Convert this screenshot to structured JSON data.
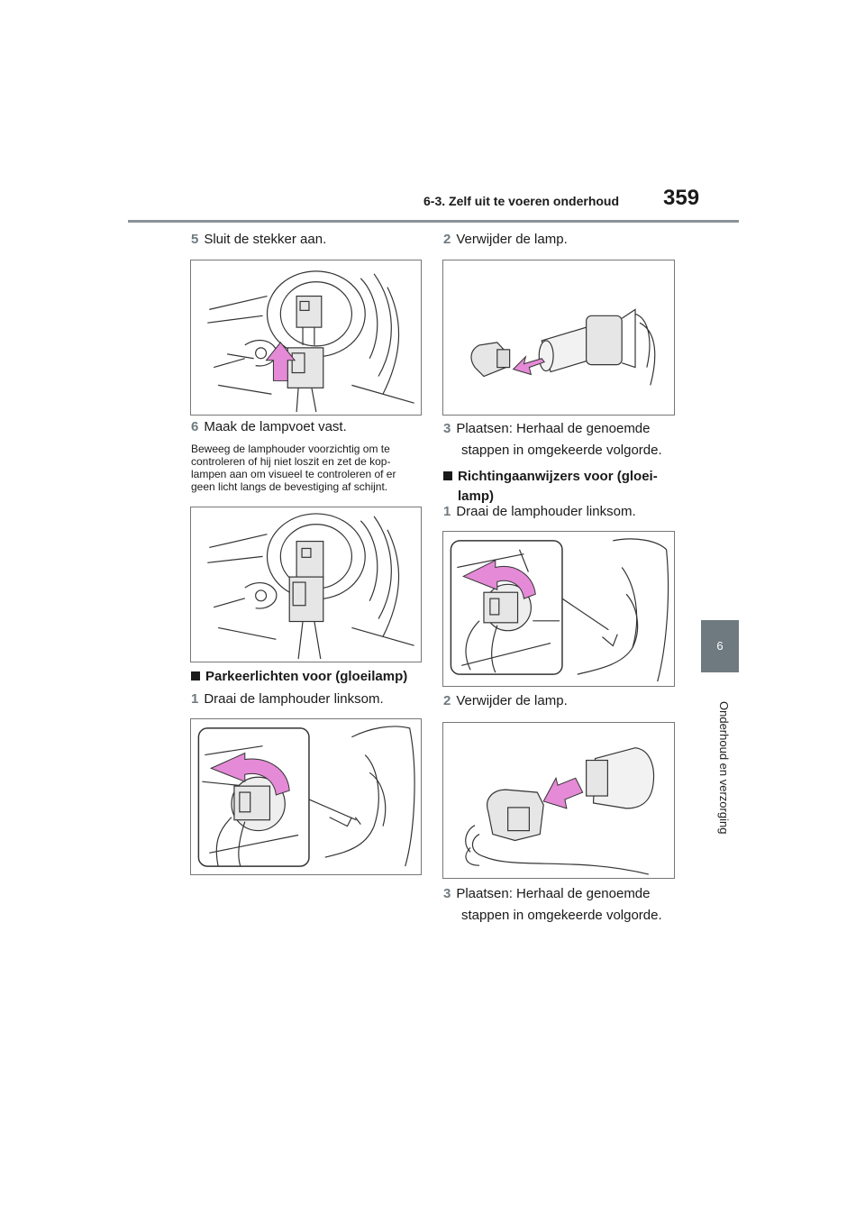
{
  "header": {
    "section_title": "6-3. Zelf uit te voeren onderhoud",
    "page_number": "359"
  },
  "side_tab": {
    "chapter_number": "6",
    "chapter_title": "Onderhoud en verzorging"
  },
  "left_column": {
    "step5": {
      "num": "5",
      "text": "Sluit de stekker aan."
    },
    "step6": {
      "num": "6",
      "text": "Maak de lampvoet vast."
    },
    "note": "Beweeg de lamphouder voorzichtig om te controleren of hij niet loszit en zet de kop-lampen aan om visueel te controleren of er geen licht langs de bevestiging af schijnt.",
    "parking_heading": "Parkeerlichten voor (gloeilamp)",
    "parking_step1": {
      "num": "1",
      "text": "Draai de lamphouder linksom."
    }
  },
  "right_column": {
    "step2": {
      "num": "2",
      "text": "Verwijder de lamp."
    },
    "step3": {
      "num": "3",
      "line1": "Plaatsen: Herhaal de genoemde",
      "line2": "stappen in omgekeerde volgorde."
    },
    "indicator_heading_line1": "Richtingaanwijzers voor (gloei-",
    "indicator_heading_line2": "lamp)",
    "indicator_step1": {
      "num": "1",
      "text": "Draai de lamphouder linksom."
    },
    "indicator_step2": {
      "num": "2",
      "text": "Verwijder de lamp."
    },
    "indicator_step3": {
      "num": "3",
      "line1": "Plaatsen: Herhaal de genoemde",
      "line2": "stappen in omgekeerde volgorde."
    }
  },
  "colors": {
    "accent_gray": "#6f7a80",
    "arrow_pink": "#e48ad6",
    "rule_gray": "#8a9398"
  }
}
